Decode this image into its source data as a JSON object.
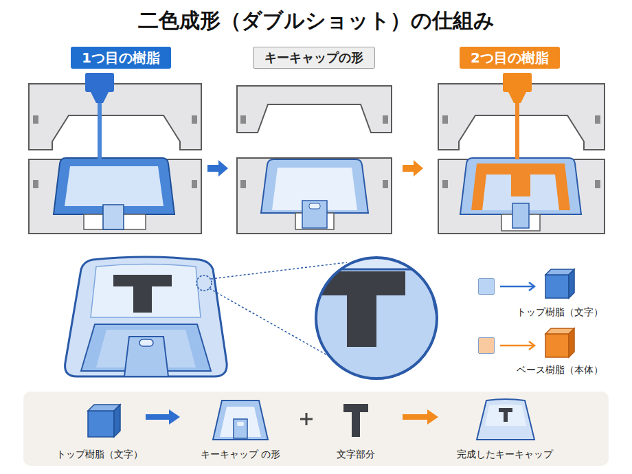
{
  "diagram": {
    "title": "二色成形（ダブルショット）の仕組み",
    "nodes": [
      {
        "text": [
          "1つ目の樹脂"
        ]
      },
      {
        "text": [
          "キーキャップの形"
        ]
      },
      {
        "text": [
          "2つ目の樹脂"
        ]
      },
      {
        "text": [
          "トップ樹脂（文字）",
          "キーキャップ の形",
          "文字部分",
          "完成したキーキャップ"
        ]
      }
    ],
    "legend": [
      {
        "text": "トップ樹脂（文字）",
        "color": "#b9d4f4"
      },
      {
        "text": "ベース樹脂（本体）",
        "color": "#f9c9a0"
      }
    ]
  }
}
